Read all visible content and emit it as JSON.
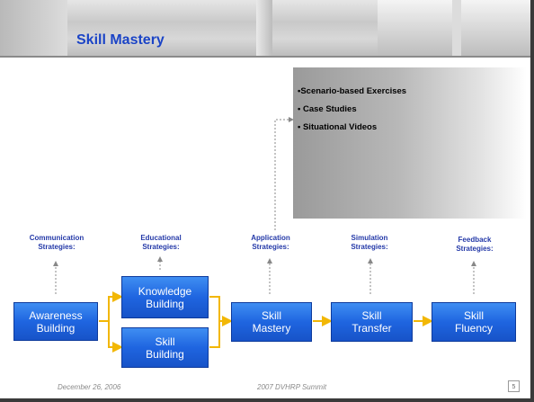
{
  "header": {
    "title": "Skill Mastery"
  },
  "bullets": [
    "•Scenario-based Exercises",
    "• Case Studies",
    "• Situational Videos"
  ],
  "strategies": [
    {
      "line1": "Communication",
      "line2": "Strategies:"
    },
    {
      "line1": "Educational",
      "line2": "Strategies:"
    },
    {
      "line1": "Application",
      "line2": "Strategies:"
    },
    {
      "line1": "Simulation",
      "line2": "Strategies:"
    },
    {
      "line1": "Feedback",
      "line2": "Strategies:"
    }
  ],
  "boxes": {
    "awareness": {
      "line1": "Awareness",
      "line2": "Building"
    },
    "knowledge": {
      "line1": "Knowledge",
      "line2": "Building"
    },
    "skill_building": {
      "line1": "Skill",
      "line2": "Building"
    },
    "skill_mastery": {
      "line1": "Skill",
      "line2": "Mastery"
    },
    "skill_transfer": {
      "line1": "Skill",
      "line2": "Transfer"
    },
    "skill_fluency": {
      "line1": "Skill",
      "line2": "Fluency"
    }
  },
  "footer": {
    "date": "December 26, 2006",
    "event": "2007 DVHRP Summit",
    "page": "5"
  },
  "colors": {
    "title": "#1b44c6",
    "strategy_label": "#2439a8",
    "box_fill": "#1f65e0",
    "arrow": "#f2b705",
    "dashed": "#888888"
  }
}
